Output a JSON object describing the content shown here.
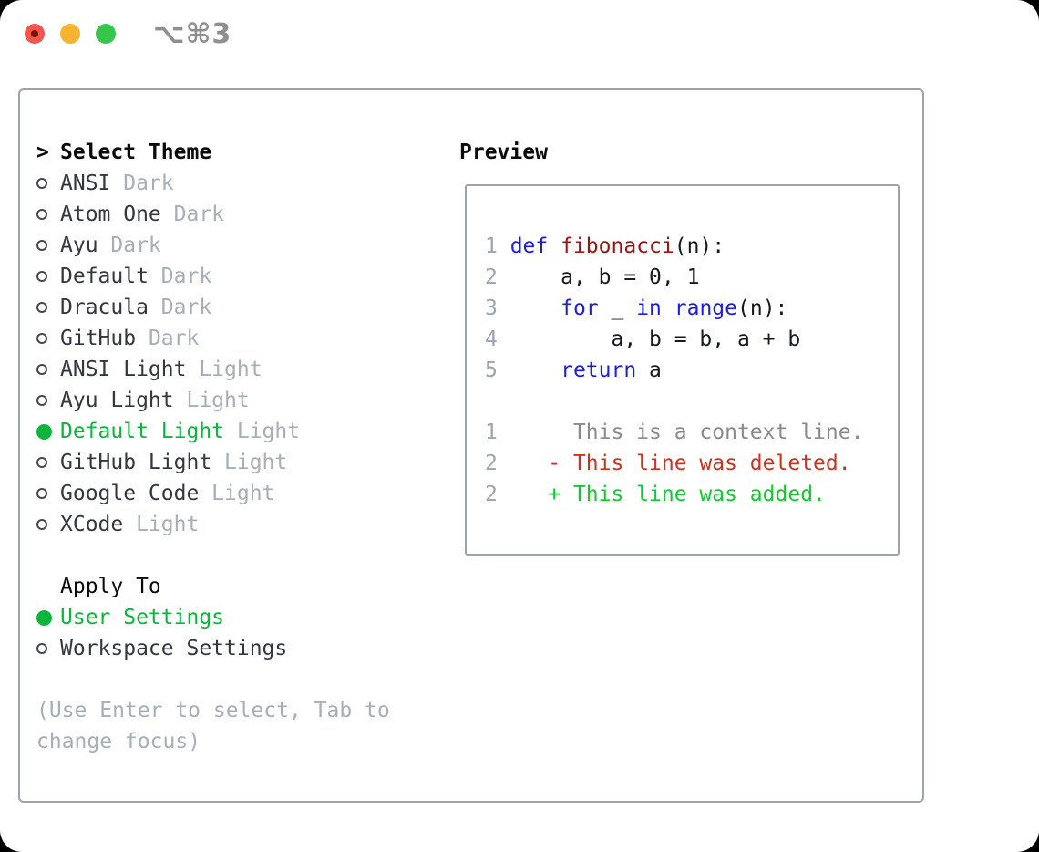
{
  "titlebar": {
    "title": "⌥⌘3"
  },
  "theme_panel": {
    "pointer": ">",
    "header": "Select Theme",
    "items": [
      {
        "name": "ANSI",
        "variant": "Dark",
        "selected": false
      },
      {
        "name": "Atom One",
        "variant": "Dark",
        "selected": false
      },
      {
        "name": "Ayu",
        "variant": "Dark",
        "selected": false
      },
      {
        "name": "Default",
        "variant": "Dark",
        "selected": false
      },
      {
        "name": "Dracula",
        "variant": "Dark",
        "selected": false
      },
      {
        "name": "GitHub",
        "variant": "Dark",
        "selected": false
      },
      {
        "name": "ANSI Light",
        "variant": "Light",
        "selected": false
      },
      {
        "name": "Ayu Light",
        "variant": "Light",
        "selected": false
      },
      {
        "name": "Default Light",
        "variant": "Light",
        "selected": true
      },
      {
        "name": "GitHub Light",
        "variant": "Light",
        "selected": false
      },
      {
        "name": "Google Code",
        "variant": "Light",
        "selected": false
      },
      {
        "name": "XCode",
        "variant": "Light",
        "selected": false
      }
    ]
  },
  "apply_panel": {
    "header": "Apply To",
    "items": [
      {
        "label": "User Settings",
        "selected": true
      },
      {
        "label": "Workspace Settings",
        "selected": false
      }
    ]
  },
  "help": {
    "text": "(Use Enter to select, Tab to change focus)"
  },
  "preview": {
    "header": "Preview",
    "lines": [
      {
        "segments": [
          {
            "t": "1 ",
            "c": "num"
          },
          {
            "t": "def",
            "c": "kw"
          },
          {
            "t": " ",
            "c": "code"
          },
          {
            "t": "fibonacci",
            "c": "fn"
          },
          {
            "t": "(n):",
            "c": "code"
          }
        ]
      },
      {
        "segments": [
          {
            "t": "2 ",
            "c": "num"
          },
          {
            "t": "    a, b = 0, 1",
            "c": "code"
          }
        ]
      },
      {
        "segments": [
          {
            "t": "3 ",
            "c": "num"
          },
          {
            "t": "    ",
            "c": "code"
          },
          {
            "t": "for",
            "c": "kw"
          },
          {
            "t": " _ ",
            "c": "code"
          },
          {
            "t": "in",
            "c": "kw"
          },
          {
            "t": " ",
            "c": "code"
          },
          {
            "t": "range",
            "c": "kw"
          },
          {
            "t": "(n):",
            "c": "code"
          }
        ]
      },
      {
        "segments": [
          {
            "t": "4 ",
            "c": "num"
          },
          {
            "t": "        a, b = b, a + b",
            "c": "code"
          }
        ]
      },
      {
        "segments": [
          {
            "t": "5 ",
            "c": "num"
          },
          {
            "t": "    ",
            "c": "code"
          },
          {
            "t": "return",
            "c": "kw"
          },
          {
            "t": " a",
            "c": "code"
          }
        ]
      },
      {
        "segments": []
      },
      {
        "segments": [
          {
            "t": "1",
            "c": "num"
          },
          {
            "t": "      This is a context line.",
            "c": "ctx"
          }
        ]
      },
      {
        "segments": [
          {
            "t": "2",
            "c": "num"
          },
          {
            "t": "    - This line was deleted.",
            "c": "del"
          }
        ]
      },
      {
        "segments": [
          {
            "t": "2",
            "c": "num"
          },
          {
            "t": "    + This line was added.",
            "c": "add"
          }
        ]
      }
    ]
  },
  "colors": {
    "window_background": "#ffffff",
    "page_background": "#000000",
    "traffic_red": "#f4564e",
    "traffic_yellow": "#f7b32f",
    "traffic_green": "#36c64c",
    "panel_border": "#9aa3af",
    "header_text": "#0a0a0a",
    "item_text": "#34373f",
    "muted_text": "#a6aeb9",
    "selected_green": "#0db53e",
    "line_number": "#9aa5b1",
    "keyword_blue": "#1c1ce8",
    "function_red": "#9d1311",
    "code_text": "#17191e",
    "diff_context": "#8a8a8a",
    "diff_deleted": "#c93420",
    "diff_added": "#12c930"
  }
}
